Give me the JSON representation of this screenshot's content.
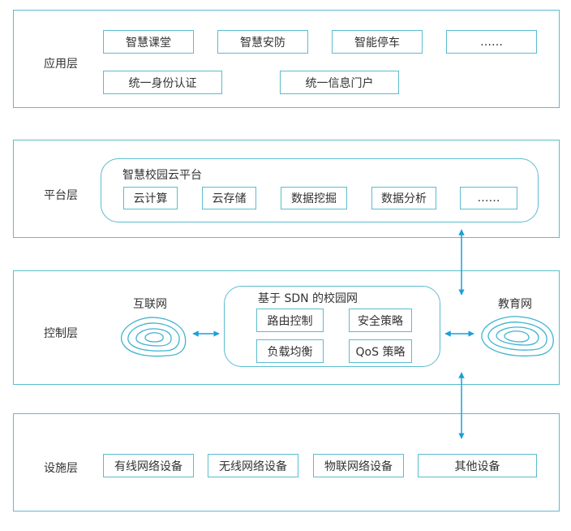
{
  "colors": {
    "border": "#5bbccf",
    "arrow": "#1aa0d8",
    "text": "#333333"
  },
  "layers": {
    "application": {
      "label": "应用层",
      "items": [
        "智慧课堂",
        "智慧安防",
        "智能停车",
        "……",
        "统一身份认证",
        "统一信息门户"
      ]
    },
    "platform": {
      "label": "平台层",
      "group_title": "智慧校园云平台",
      "items": [
        "云计算",
        "云存储",
        "数据挖掘",
        "数据分析",
        "……"
      ]
    },
    "control": {
      "label": "控制层",
      "internet_label": "互联网",
      "edu_label": "教育网",
      "group_title": "基于 SDN 的校园网",
      "items": [
        "路由控制",
        "安全策略",
        "负载均衡",
        "QoS 策略"
      ]
    },
    "infrastructure": {
      "label": "设施层",
      "items": [
        "有线网络设备",
        "无线网络设备",
        "物联网络设备",
        "其他设备"
      ]
    }
  }
}
